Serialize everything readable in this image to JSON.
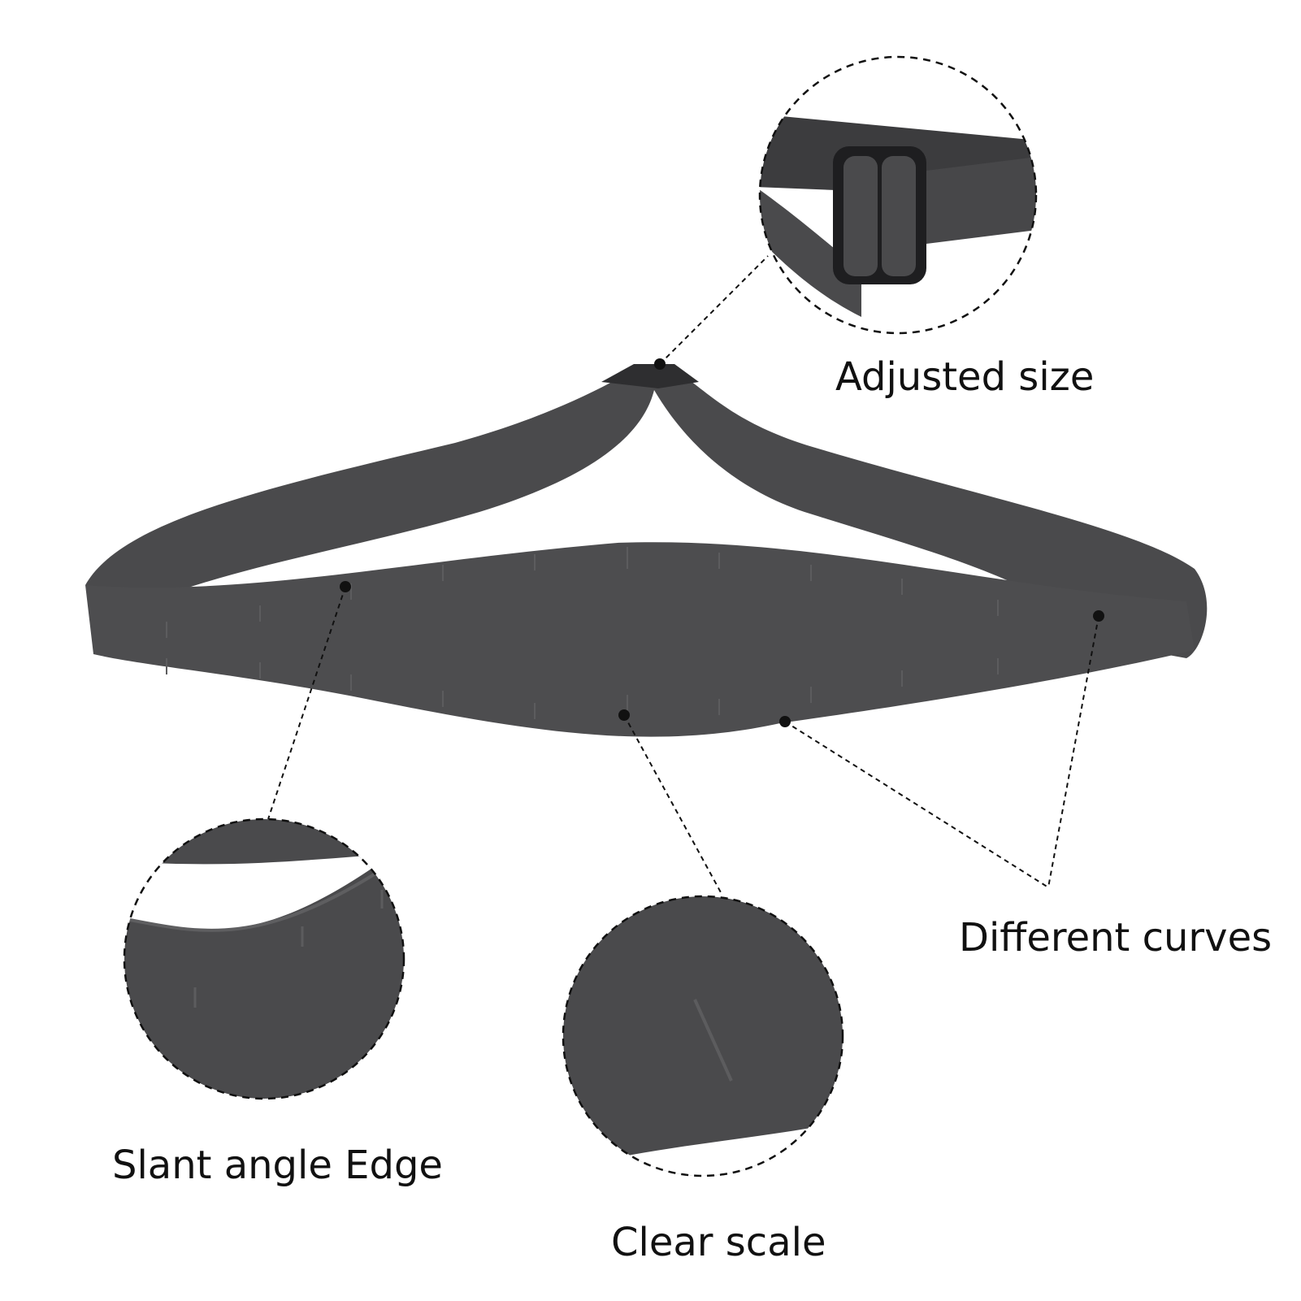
{
  "product": {
    "description": "Gray silicone adjustable hair-cutting guide band with clear scale markings",
    "band_color": "#4a4a4c",
    "band_dark": "#2e2e30"
  },
  "callouts": [
    {
      "id": "adjusted-size",
      "label": "Adjusted size"
    },
    {
      "id": "different-curves",
      "label": "Different curves"
    },
    {
      "id": "slant-angle-edge",
      "label": "Slant angle Edge"
    },
    {
      "id": "clear-scale",
      "label": "Clear scale"
    }
  ]
}
